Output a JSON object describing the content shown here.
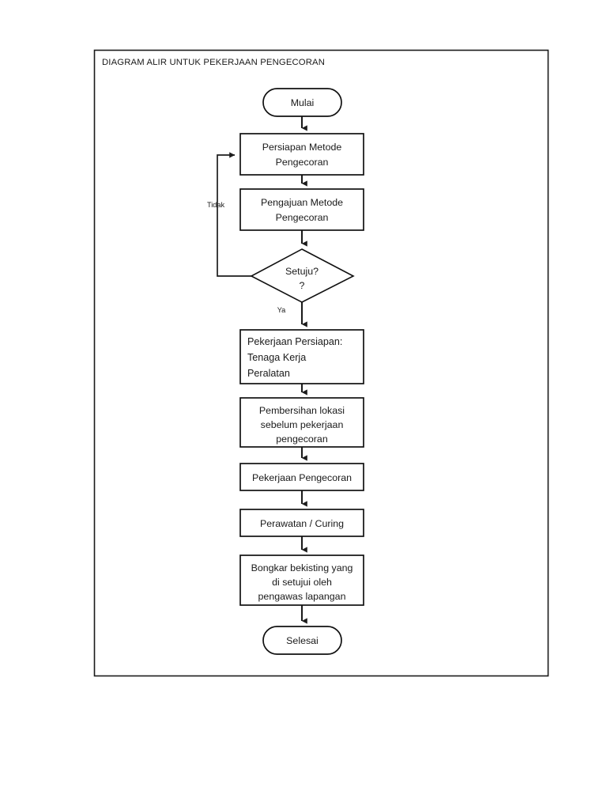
{
  "document": {
    "title": "DIAGRAM ALIR UNTUK PEKERJAAN PENGECORAN"
  },
  "chart_data": {
    "type": "flowchart",
    "title": "DIAGRAM ALIR UNTUK PEKERJAAN PENGECORAN",
    "orientation": "top-to-bottom",
    "nodes": [
      {
        "id": "start",
        "shape": "terminator",
        "label": "Mulai"
      },
      {
        "id": "persiapan",
        "shape": "process",
        "label": "Persiapan Metode Pengecoran",
        "line1": "Persiapan Metode",
        "line2": "Pengecoran"
      },
      {
        "id": "pengajuan",
        "shape": "process",
        "label": "Pengajuan Metode Pengecoran",
        "line1": "Pengajuan Metode",
        "line2": "Pengecoran"
      },
      {
        "id": "setuju",
        "shape": "decision",
        "label": "Setuju? ?",
        "line1": "Setuju?",
        "line2": "?"
      },
      {
        "id": "kerja_persiapan",
        "shape": "process",
        "align": "left",
        "label": "Pekerjaan Persiapan: Tenaga Kerja Peralatan",
        "line1": "Pekerjaan Persiapan:",
        "line2": "Tenaga Kerja",
        "line3": "Peralatan"
      },
      {
        "id": "pembersihan",
        "shape": "process",
        "label": "Pembersihan lokasi sebelum pekerjaan pengecoran",
        "line1": "Pembersihan lokasi",
        "line2": "sebelum pekerjaan",
        "line3": "pengecoran"
      },
      {
        "id": "pengecoran",
        "shape": "process",
        "label": "Pekerjaan Pengecoran",
        "line1": "Pekerjaan Pengecoran"
      },
      {
        "id": "perawatan",
        "shape": "process",
        "label": "Perawatan / Curing",
        "line1": "Perawatan / Curing"
      },
      {
        "id": "bongkar",
        "shape": "process",
        "label": "Bongkar bekisting yang di setujui oleh pengawas lapangan",
        "line1": "Bongkar bekisting yang",
        "line2": "di setujui oleh",
        "line3": "pengawas lapangan"
      },
      {
        "id": "end",
        "shape": "terminator",
        "label": "Selesai"
      }
    ],
    "edges": [
      {
        "from": "start",
        "to": "persiapan",
        "label": ""
      },
      {
        "from": "persiapan",
        "to": "pengajuan",
        "label": ""
      },
      {
        "from": "pengajuan",
        "to": "setuju",
        "label": ""
      },
      {
        "from": "setuju",
        "to": "kerja_persiapan",
        "label": "Ya"
      },
      {
        "from": "setuju",
        "to": "persiapan",
        "label": "Tidak"
      },
      {
        "from": "kerja_persiapan",
        "to": "pembersihan",
        "label": ""
      },
      {
        "from": "pembersihan",
        "to": "pengecoran",
        "label": ""
      },
      {
        "from": "pengecoran",
        "to": "perawatan",
        "label": ""
      },
      {
        "from": "perawatan",
        "to": "bongkar",
        "label": ""
      },
      {
        "from": "bongkar",
        "to": "end",
        "label": ""
      }
    ],
    "edge_labels": {
      "tidak": "Tidak",
      "ya": "Ya"
    },
    "colors": {
      "stroke": "#111111",
      "fill": "#ffffff",
      "text": "#1a1a1a",
      "frame": "#1a1a1a"
    }
  }
}
